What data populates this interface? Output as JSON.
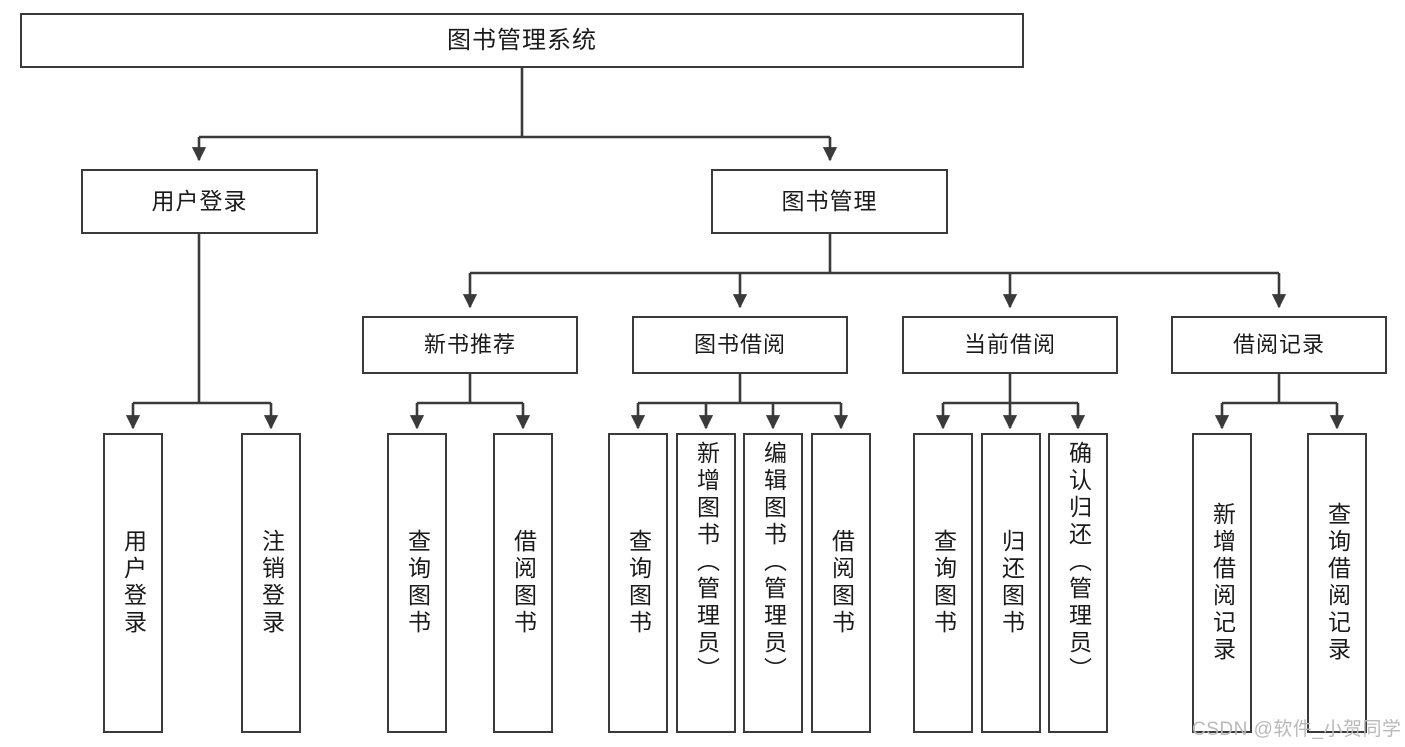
{
  "diagram": {
    "type": "tree",
    "title": "图书管理系统",
    "watermark": "CSDN @软件_小贺同学",
    "colors": {
      "stroke": "#3a3a3a",
      "box_fill": "#ffffff",
      "text": "#1a1a1a",
      "watermark": "#b9b9b9",
      "background": "#ffffff"
    },
    "nodes": {
      "root": {
        "label": "图书管理系统"
      },
      "level2": [
        {
          "id": "user-login",
          "label": "用户登录"
        },
        {
          "id": "book-management",
          "label": "图书管理"
        }
      ],
      "level3": [
        {
          "id": "new-book-recommend",
          "label": "新书推荐"
        },
        {
          "id": "book-borrow",
          "label": "图书借阅"
        },
        {
          "id": "current-borrow",
          "label": "当前借阅"
        },
        {
          "id": "borrow-record",
          "label": "借阅记录"
        }
      ],
      "leaves": {
        "user_login": [
          {
            "id": "leaf-user-login",
            "label": "用户登录"
          },
          {
            "id": "leaf-logout-login",
            "label": "注销登录"
          }
        ],
        "new_book_recommend": [
          {
            "id": "leaf-query-book-1",
            "label": "查询图书"
          },
          {
            "id": "leaf-borrow-book-1",
            "label": "借阅图书"
          }
        ],
        "book_borrow": [
          {
            "id": "leaf-query-book-2",
            "label": "查询图书"
          },
          {
            "id": "leaf-add-book",
            "label": "新增图书（管理员）"
          },
          {
            "id": "leaf-edit-book",
            "label": "编辑图书（管理员）"
          },
          {
            "id": "leaf-borrow-book-2",
            "label": "借阅图书"
          }
        ],
        "current_borrow": [
          {
            "id": "leaf-query-book-3",
            "label": "查询图书"
          },
          {
            "id": "leaf-return-book",
            "label": "归还图书"
          },
          {
            "id": "leaf-confirm-return",
            "label": "确认归还（管理员）"
          }
        ],
        "borrow_record": [
          {
            "id": "leaf-add-record",
            "label": "新增借阅记录"
          },
          {
            "id": "leaf-query-record",
            "label": "查询借阅记录"
          }
        ]
      }
    }
  }
}
